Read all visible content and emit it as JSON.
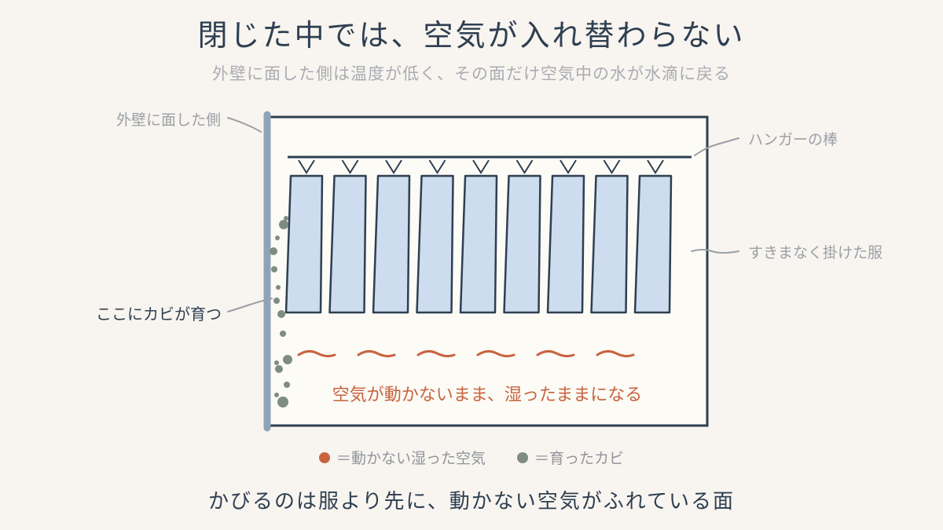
{
  "header": {
    "title": "閉じた中では、空気が入れ替わらない",
    "subtitle": "外壁に面した側は温度が低く、その面だけ空気中の水が水滴に戻る"
  },
  "labels": {
    "outer_wall": "外壁に面した側",
    "hanger_rod": "ハンガーの棒",
    "clothes": "すきまなく掛けた服",
    "mold_here": "ここにカビが育つ"
  },
  "closet_caption": "空気が動かないまま、湿ったままになる",
  "garment_count": 9,
  "legend": {
    "air": "＝動かない湿った空気",
    "mold": "＝育ったカビ"
  },
  "conclusion": "かびるのは服より先に、動かない空気がふれている面",
  "colors": {
    "outline": "#2e3f52",
    "wall": "#8fa3b8",
    "garment_fill": "#cddcee",
    "humid_air": "#c9633f",
    "mold": "#7f8c82",
    "label_text": "#9aa0a7",
    "background": "#f8f4ef"
  }
}
